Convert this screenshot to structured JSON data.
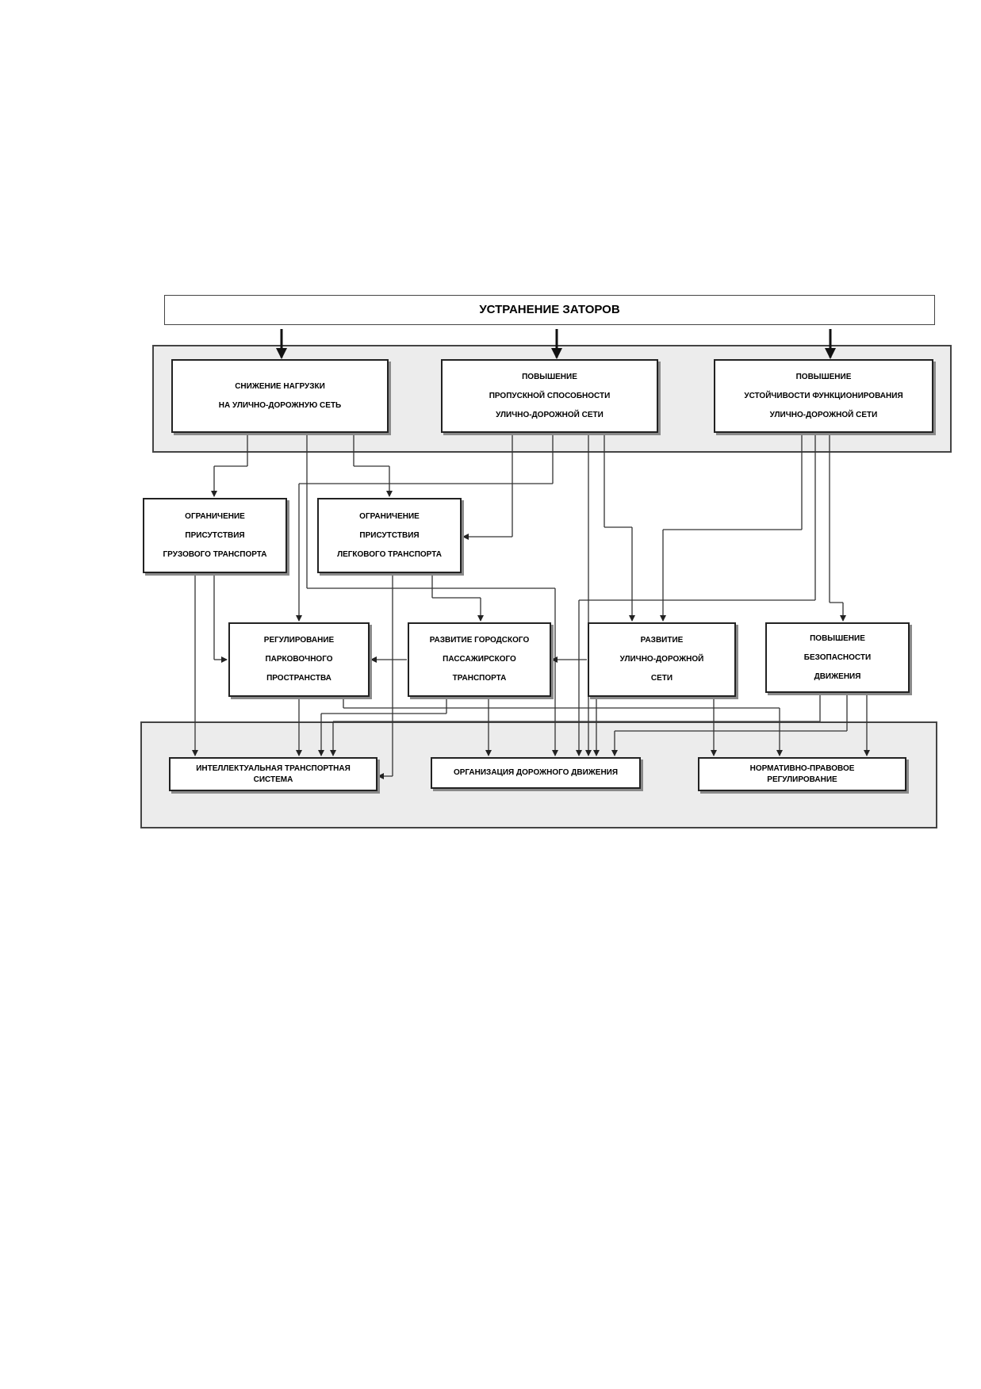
{
  "diagram": {
    "title": "УСТРАНЕНИЕ ЗАТОРОВ",
    "goals": {
      "reduce_load": [
        "СНИЖЕНИЕ НАГРУЗКИ",
        "НА УЛИЧНО-ДОРОЖНУЮ СЕТЬ"
      ],
      "capacity": [
        "ПОВЫШЕНИЕ",
        "ПРОПУСКНОЙ СПОСОБНОСТИ",
        "УЛИЧНО-ДОРОЖНОЙ СЕТИ"
      ],
      "stability": [
        "ПОВЫШЕНИЕ",
        "УСТОЙЧИВОСТИ ФУНКЦИОНИРОВАНИЯ",
        "УЛИЧНО-ДОРОЖНОЙ СЕТИ"
      ]
    },
    "restrictions": {
      "freight": [
        "ОГРАНИЧЕНИЕ",
        "ПРИСУТСТВИЯ",
        "ГРУЗОВОГО ТРАНСПОРТА"
      ],
      "passenger_cars": [
        "ОГРАНИЧЕНИЕ",
        "ПРИСУТСТВИЯ",
        "ЛЕГКОВОГО ТРАНСПОРТА"
      ]
    },
    "measures": {
      "parking": [
        "РЕГУЛИРОВАНИЕ",
        "ПАРКОВОЧНОГО",
        "ПРОСТРАНСТВА"
      ],
      "public_transport": [
        "РАЗВИТИЕ ГОРОДСКОГО",
        "ПАССАЖИРСКОГО",
        "ТРАНСПОРТА"
      ],
      "road_network": [
        "РАЗВИТИЕ",
        "УЛИЧНО-ДОРОЖНОЙ",
        "СЕТИ"
      ],
      "safety": [
        "ПОВЫШЕНИЕ",
        "БЕЗОПАСНОСТИ",
        "ДВИЖЕНИЯ"
      ]
    },
    "tools": {
      "its": [
        "ИНТЕЛЛЕКТУАЛЬНАЯ ТРАНСПОРТНАЯ",
        "СИСТЕМА"
      ],
      "traffic_management": [
        "ОРГАНИЗАЦИЯ ДОРОЖНОГО ДВИЖЕНИЯ"
      ],
      "regulation": [
        "НОРМАТИВНО-ПРАВОВОЕ",
        "РЕГУЛИРОВАНИЕ"
      ]
    }
  }
}
